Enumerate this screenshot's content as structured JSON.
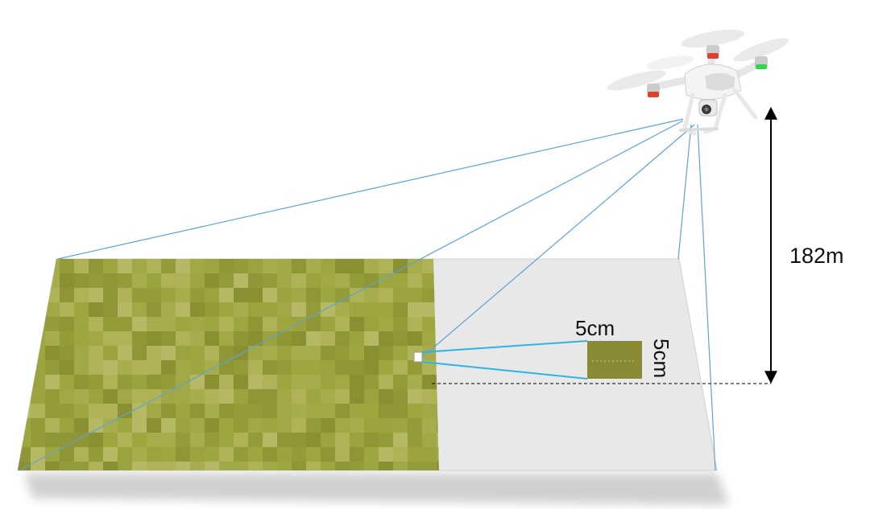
{
  "labels": {
    "altitude": "182m",
    "pixel_width": "5cm",
    "pixel_height": "5cm"
  },
  "colors": {
    "grass_base": "#9ea640",
    "ground_plane": "#e8e8e8",
    "sight_lines": "#5aa4d6",
    "pixel_patch": "#8b8a34",
    "arrow": "#000000",
    "drone_body": "#f2f2f2",
    "rotor_light_red": "#e0412f",
    "rotor_light_green": "#2fd64a"
  },
  "icons": {
    "drone": "quadcopter-drone-icon",
    "altitude_arrow": "double-headed-arrow-icon"
  }
}
